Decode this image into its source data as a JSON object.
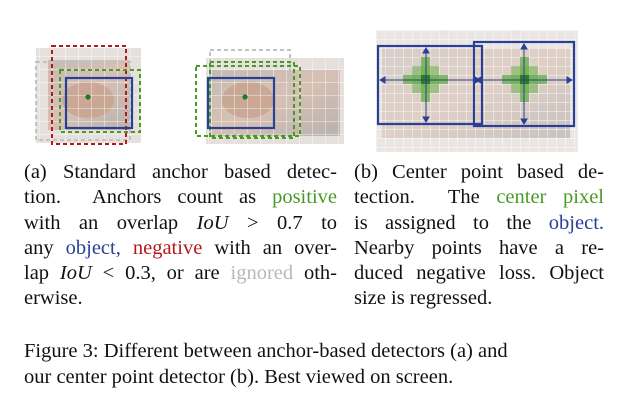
{
  "panel_a": {
    "title": "Standard anchor based detection",
    "caption_lines": [
      [
        "(a) Standard anchor based detec-"
      ],
      [
        "tion.",
        "Anchors count as",
        "positive"
      ],
      [
        "with an overlap",
        "IoU",
        ">",
        "0.7",
        "to"
      ],
      [
        "any",
        "object,",
        "negative",
        "with an over-"
      ],
      [
        "lap",
        "IoU",
        "< 0.3, or are",
        "ignored",
        "oth-"
      ],
      [
        "erwise."
      ]
    ],
    "colors": {
      "positive": "#4a9a26",
      "negative": "#b3191b",
      "object": "#2a3f96",
      "ignored": "#b8b8b8"
    }
  },
  "panel_b": {
    "title": "Center point based detection",
    "caption_lines": [
      [
        "(b) Center point based de-"
      ],
      [
        "tection.",
        "The",
        "center pixel"
      ],
      [
        "is assigned to the",
        "object."
      ],
      [
        "Nearby points have a re-"
      ],
      [
        "duced negative loss. Object"
      ],
      [
        "size is regressed."
      ]
    ],
    "colors": {
      "center_pixel": "#4a9a26",
      "object": "#2a3f96"
    }
  },
  "figure_caption": {
    "line1": "Figure 3: Different between anchor-based detectors (a) and",
    "line2": "our center point detector (b). Best viewed on screen."
  }
}
